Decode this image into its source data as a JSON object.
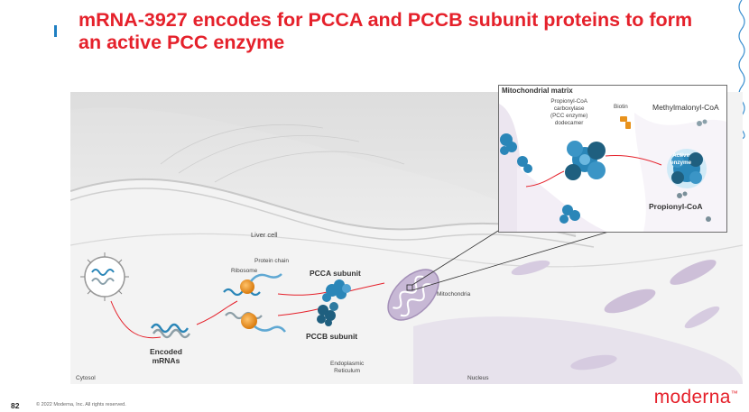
{
  "slide": {
    "title": "mRNA-3927 encodes for PCCA and PCCB subunit proteins to form an active PCC enzyme",
    "page_number": "82",
    "copyright": "© 2022 Moderna, Inc. All rights reserved.",
    "brand": "moderna",
    "brand_mark": "™"
  },
  "diagram": {
    "labels": {
      "liver_cell": "Liver cell",
      "protein_chain": "Protein chain",
      "ribosome": "Ribosome",
      "pcca_subunit": "PCCA subunit",
      "pccb_subunit": "PCCB subunit",
      "mitochondria": "Mitochondria",
      "encoded_mrnas_line1": "Encoded",
      "encoded_mrnas_line2": "mRNAs",
      "er_line1": "Endoplasmic",
      "er_line2": "Reticulum",
      "cytosol": "Cytosol",
      "nucleus": "Nucleus"
    },
    "inset": {
      "title": "Mitochondrial matrix",
      "pcc_line1": "Propionyl-CoA",
      "pcc_line2": "carboxylase",
      "pcc_line3": "(PCC enzyme)",
      "pcc_line4": "dodecamer",
      "biotin": "Biotin",
      "methylmalonyl": "Methylmalonyl-CoA",
      "active_line1": "Active",
      "active_line2": "enzyme",
      "propionyl": "Propionyl-CoA"
    },
    "colors": {
      "accent_red": "#e5212b",
      "protein_blue": "#2a86b8",
      "ribosome_orange": "#e8921c",
      "mitochondria_purple": "#b9a9c9"
    }
  }
}
